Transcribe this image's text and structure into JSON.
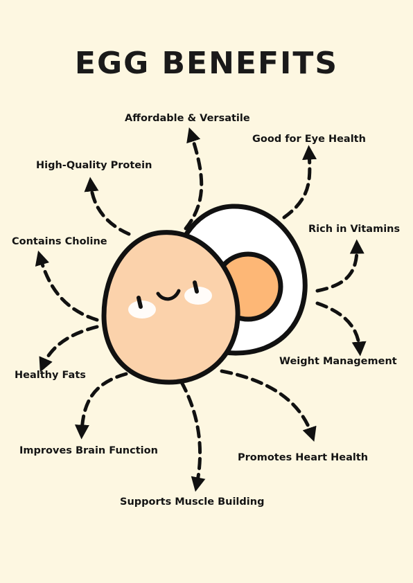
{
  "title": "EGG BENEFITS",
  "colors": {
    "background": "#fdf7e1",
    "egg_shell": "#fbd2ab",
    "yolk": "#fdb776",
    "egg_white": "#ffffff",
    "outline": "#111111"
  },
  "benefits": [
    "Affordable & Versatile",
    "Good for Eye Health",
    "High-Quality Protein",
    "Rich in Vitamins",
    "Contains Choline",
    "Weight Management",
    "Healthy Fats",
    "Improves Brain Function",
    "Promotes Heart Health",
    "Supports Muscle Building"
  ],
  "icons": {
    "main": "cute-egg-character-icon",
    "secondary": "halved-boiled-egg-icon"
  }
}
